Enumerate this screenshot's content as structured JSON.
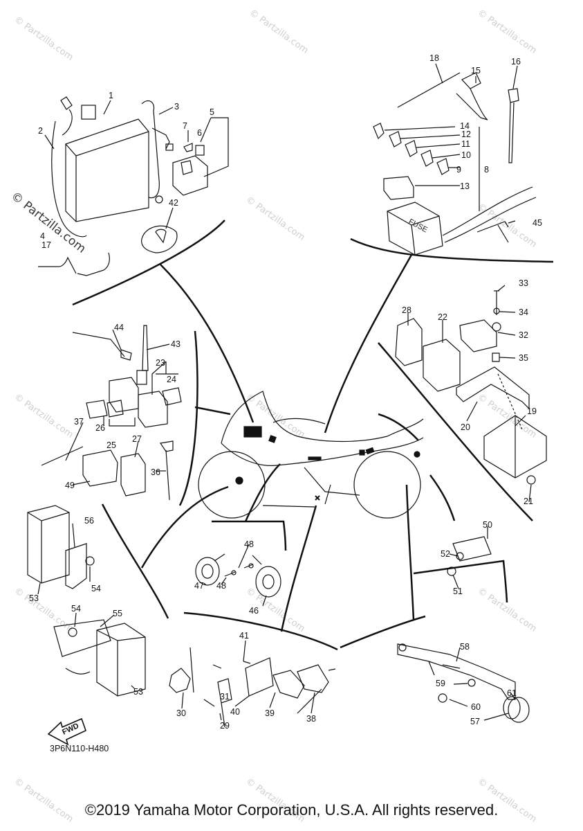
{
  "watermark": "© Partzilla.com",
  "diagram_code": "3P6N110-H480",
  "fwd_label": "FWD",
  "fuse_label": "FUSE",
  "copyright": "©2019 Yamaha Motor Corporation, U.S.A. All rights reserved.",
  "part_numbers": [
    "1",
    "2",
    "3",
    "4",
    "5",
    "6",
    "7",
    "8",
    "9",
    "10",
    "11",
    "12",
    "13",
    "14",
    "15",
    "16",
    "17",
    "18",
    "19",
    "20",
    "21",
    "22",
    "23",
    "24",
    "25",
    "26",
    "27",
    "28",
    "29",
    "30",
    "31",
    "32",
    "33",
    "34",
    "35",
    "36",
    "37",
    "38",
    "39",
    "40",
    "41",
    "42",
    "43",
    "44",
    "45",
    "46",
    "47",
    "48",
    "48",
    "49",
    "50",
    "51",
    "52",
    "53",
    "53",
    "54",
    "54",
    "55",
    "56",
    "57",
    "58",
    "59",
    "60",
    "61"
  ],
  "colors": {
    "line": "#111111",
    "watermark": "#cfcfcf",
    "background": "#ffffff"
  }
}
